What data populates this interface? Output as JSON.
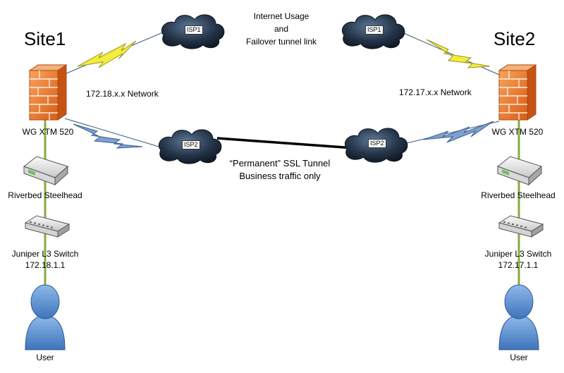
{
  "sites": {
    "left": {
      "title": "Site1",
      "network": "172.18.x.x Network",
      "firewall": "WG XTM 520",
      "wan_optimizer": "Riverbed Steelhead",
      "switch_name": "Juniper L3 Switch",
      "switch_ip": "172.18.1.1",
      "user": "User",
      "isp1": "ISP1",
      "isp2": "ISP2"
    },
    "right": {
      "title": "Site2",
      "network": "172.17.x.x Network",
      "firewall": "WG XTM 520",
      "wan_optimizer": "Riverbed Steelhead",
      "switch_name": "Juniper L3 Switch",
      "switch_ip": "172.17.1.1",
      "user": "User",
      "isp1": "ISP1",
      "isp2": "ISP2"
    }
  },
  "internet_note": {
    "line1": "Internet Usage",
    "line2": "and",
    "line3": "Failover tunnel link"
  },
  "tunnel_note": {
    "line1": "“Permanent” SSL Tunnel",
    "line2": "Business traffic only"
  },
  "colors": {
    "firewall": "#f07a2e",
    "cloud": "#1b2838",
    "lightning_isp1": "#f2ec3c",
    "lightning_isp2": "#7fa1cf",
    "lan_link": "#8aaa42",
    "user": "#5b8fd0"
  }
}
